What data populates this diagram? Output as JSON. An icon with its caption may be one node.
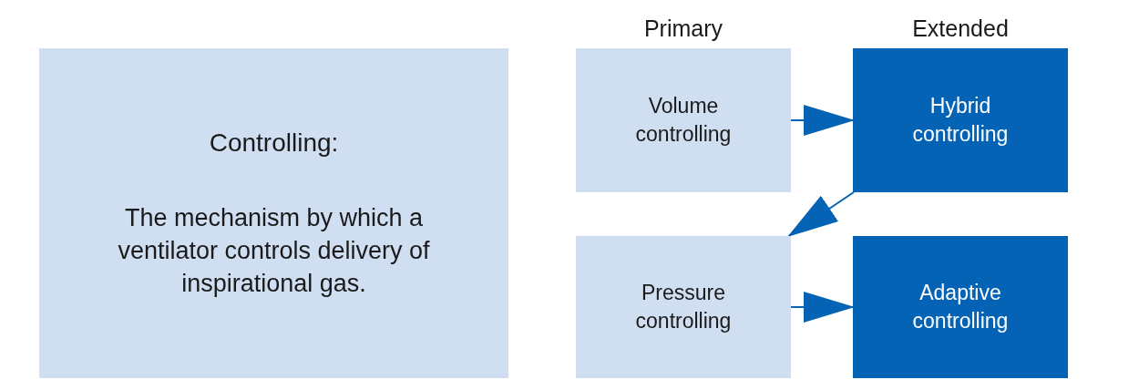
{
  "diagram": {
    "nodes": [
      {
        "text": [
          "Controlling:",
          "The mechanism by which a ventilator controls delivery of inspirational gas."
        ]
      },
      {
        "text": [
          "Volume controlling"
        ]
      },
      {
        "text": [
          "Hybrid controlling"
        ]
      },
      {
        "text": [
          "Pressure controlling"
        ]
      },
      {
        "text": [
          "Adaptive controlling"
        ]
      }
    ],
    "edges": [
      {
        "from": 1,
        "to": 2,
        "arrow": "to"
      },
      {
        "from": 2,
        "to": 3,
        "arrow": "to"
      },
      {
        "from": 3,
        "to": 4,
        "arrow": "to"
      }
    ],
    "labels": [
      "Primary",
      "Extended"
    ]
  }
}
